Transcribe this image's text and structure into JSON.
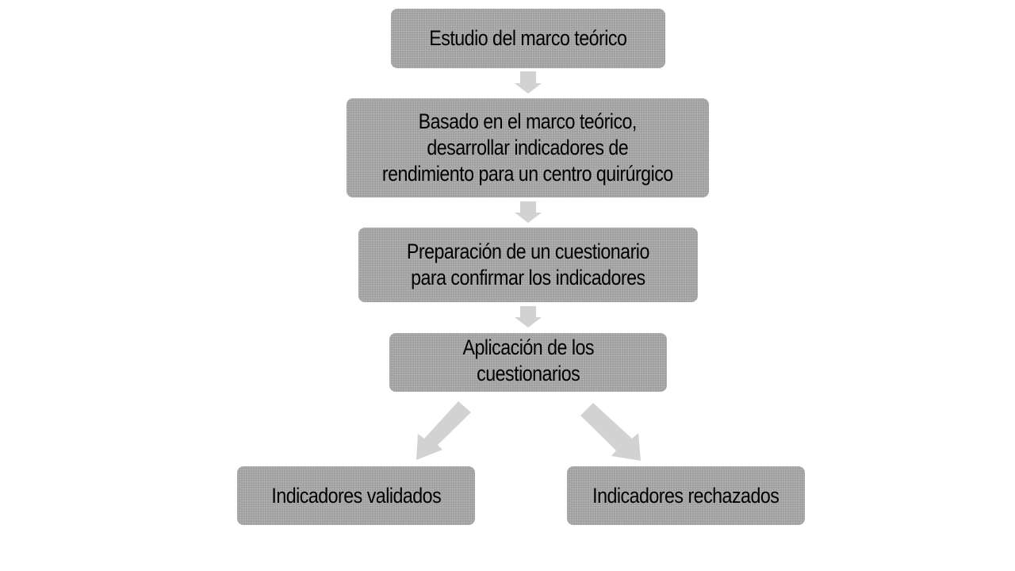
{
  "diagram": {
    "steps": [
      {
        "text": "Estudio del marco teórico"
      },
      {
        "text": "Basado en el marco teórico,\ndesarrollar indicadores de\nrendimiento para un centro quirúrgico"
      },
      {
        "text": "Preparación de un cuestionario\npara confirmar los indicadores"
      },
      {
        "text": "Aplicación de los\ncuestionarios"
      }
    ],
    "outcomes": [
      {
        "text": "Indicadores validados"
      },
      {
        "text": "Indicadores rechazados"
      }
    ]
  },
  "colors": {
    "box_fill": "#a6a6a6",
    "arrow_fill": "#d2d2d2",
    "text": "#000000",
    "background": "#ffffff"
  }
}
